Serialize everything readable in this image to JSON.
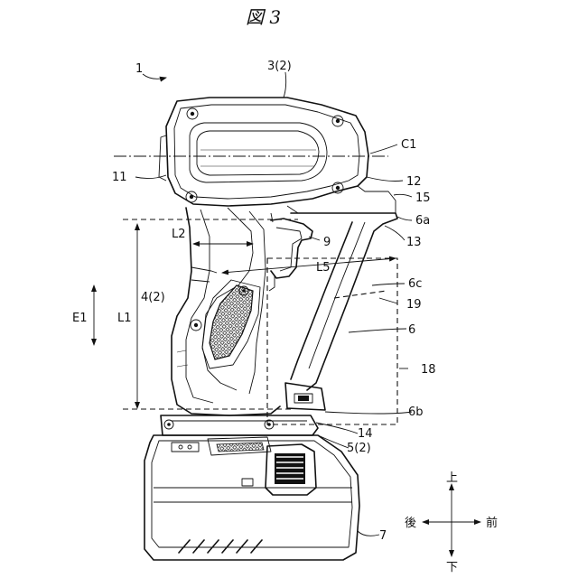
{
  "figure": {
    "title": "図 3"
  },
  "labels": {
    "tool": "1",
    "housing": "3(2)",
    "axis": "C1",
    "front_end": "11",
    "rear_end": "12",
    "part15": "15",
    "part6a": "6a",
    "part13": "13",
    "dim_L2": "L2",
    "trigger": "9",
    "dim_L5": "L5",
    "part6c": "6c",
    "grip": "4(2)",
    "part19": "19",
    "dim_E1": "E1",
    "dim_L1": "L1",
    "part6": "6",
    "part18": "18",
    "part6b": "6b",
    "part14": "14",
    "battery_mount": "5(2)",
    "battery": "7"
  },
  "compass": {
    "up": "上",
    "down": "下",
    "back": "後",
    "front": "前"
  }
}
